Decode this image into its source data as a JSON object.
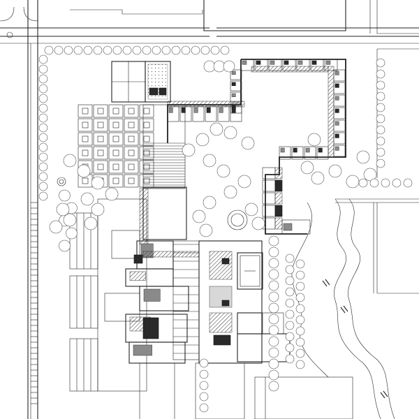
{
  "drawing": {
    "type": "architectural site plan",
    "style": "black ink line drawing on white",
    "colors": {
      "ink": "#222222",
      "paper": "#ffffff",
      "fill_dark": "#2a2a2a",
      "fill_grey": "#8a8a8a"
    }
  },
  "components": [
    "road-network",
    "parking-lot",
    "courtyard-housing-block",
    "zigzag-housing-wing",
    "square-grid-plaza",
    "central-building-complex",
    "school-block",
    "pond-fountain",
    "creek",
    "trees"
  ]
}
